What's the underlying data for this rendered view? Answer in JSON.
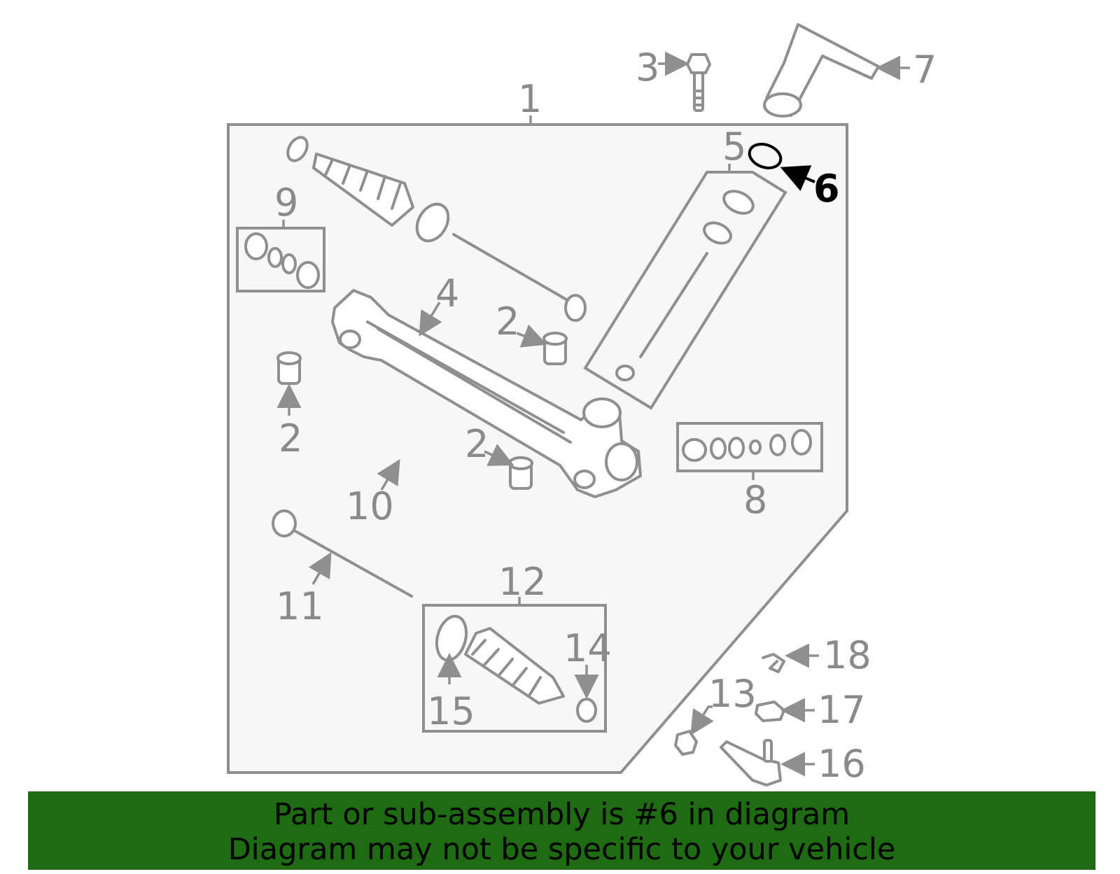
{
  "diagram": {
    "callouts": [
      "1",
      "2",
      "2",
      "2",
      "3",
      "4",
      "5",
      "6",
      "7",
      "8",
      "9",
      "10",
      "11",
      "12",
      "13",
      "14",
      "15",
      "16",
      "17",
      "18"
    ],
    "highlighted_callout": "6",
    "colors": {
      "lines": "#8f8f8f",
      "panel": "#f7f7f7",
      "highlight": "#000000"
    }
  },
  "banner": {
    "line1": "Part or sub-assembly is #6 in diagram",
    "line2": "Diagram may not be specific to your vehicle",
    "background": "#1e6b14"
  }
}
